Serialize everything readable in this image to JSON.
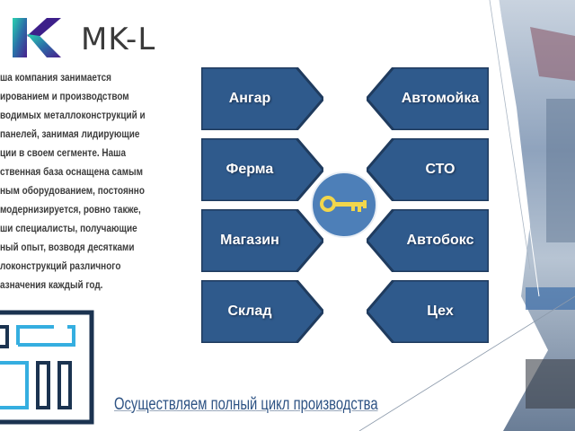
{
  "brand": {
    "name": "MK-L"
  },
  "intro_lines": [
    "ша компания занимается",
    "ированием и производством",
    "водимых металлоконструкций и",
    "панелей, занимая лидирующие",
    "ции в своем сегменте. Наша",
    "ственная база оснащена самым",
    "ным оборудованием, постоянно",
    "модернизируется, ровно также,",
    "ши специалисты, получающие",
    "ный опыт, возводя десятками",
    "локонструкций различного",
    "азначения каждый год."
  ],
  "diagram": {
    "left": [
      "Ангар",
      "Ферма",
      "Магазин",
      "Склад"
    ],
    "right": [
      "Автомойка",
      "СТО",
      "Автобокс",
      "Цех"
    ],
    "center_icon": "key-icon",
    "box_color": "#2f5a8c",
    "key_color": "#f2d64b"
  },
  "tagline": "Осуществляем полный цикл производства"
}
